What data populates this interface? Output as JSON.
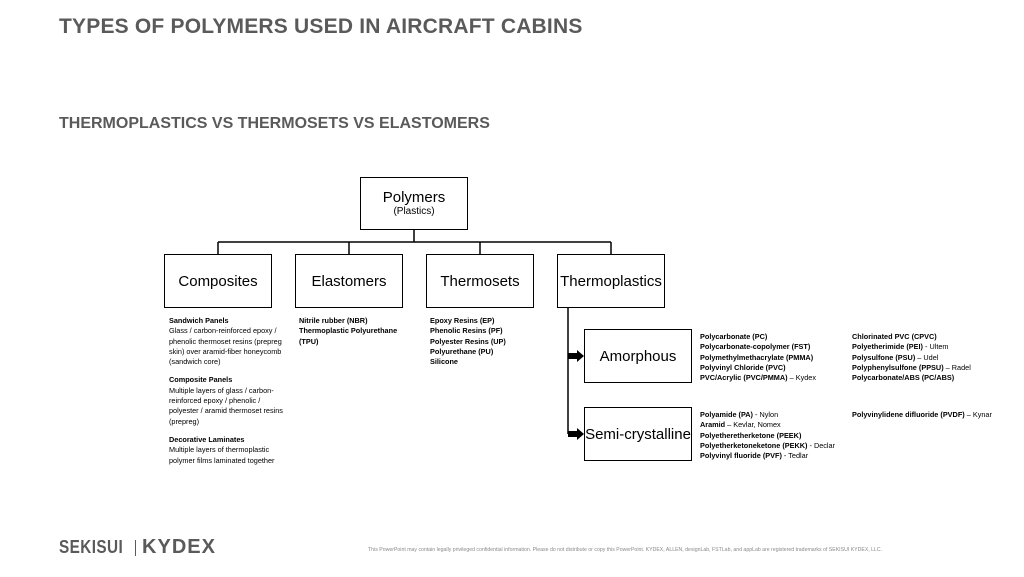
{
  "slide": {
    "title": "TYPES OF POLYMERS USED IN AIRCRAFT CABINS",
    "subtitle": "THERMOPLASTICS VS THERMOSETS VS ELASTOMERS"
  },
  "diagram": {
    "root": {
      "label": "Polymers",
      "sub": "(Plastics)"
    },
    "categories": [
      {
        "label": "Composites"
      },
      {
        "label": "Elastomers"
      },
      {
        "label": "Thermosets"
      },
      {
        "label": "Thermoplastics"
      }
    ],
    "composites_list": [
      {
        "head": "Sandwich Panels",
        "lines": [
          "Glass / carbon-reinforced epoxy /",
          "phenolic thermoset resins (prepreg",
          "skin) over aramid-fiber honeycomb",
          "(sandwich core)"
        ]
      },
      {
        "head": "Composite Panels",
        "lines": [
          "Multiple layers of glass / carbon-",
          "reinforced epoxy / phenolic /",
          "polyester / aramid thermoset resins",
          "(prepreg)"
        ]
      },
      {
        "head": "Decorative Laminates",
        "lines": [
          "Multiple layers of thermoplastic",
          "polymer films laminated together"
        ]
      }
    ],
    "elastomers_list": [
      "Nitrile rubber (NBR)",
      "Thermoplastic Polyurethane",
      "(TPU)"
    ],
    "thermosets_list": [
      "Epoxy Resins (EP)",
      "Phenolic Resins (PF)",
      "Polyester Resins (UP)",
      "Polyurethane (PU)",
      "Silicone"
    ],
    "amorphous": {
      "label": "Amorphous",
      "col1": [
        {
          "b": "Polycarbonate (PC)",
          "t": ""
        },
        {
          "b": "Polycarbonate-copolymer (FST)",
          "t": ""
        },
        {
          "b": "Polymethylmethacrylate (PMMA)",
          "t": ""
        },
        {
          "b": "Polyvinyl Chloride (PVC)",
          "t": ""
        },
        {
          "b": "PVC/Acrylic (PVC/PMMA)",
          "t": " – Kydex"
        }
      ],
      "col2": [
        {
          "b": "Chlorinated PVC (CPVC)",
          "t": ""
        },
        {
          "b": "Polyetherimide (PEI)",
          "t": "  - Ultem"
        },
        {
          "b": "Polysulfone (PSU)",
          "t": " – Udel"
        },
        {
          "b": "Polyphenylsulfone (PPSU)",
          "t": " – Radel"
        },
        {
          "b": "Polycarbonate/ABS (PC/ABS)",
          "t": ""
        }
      ]
    },
    "semicrystalline": {
      "label": "Semi-crystalline",
      "col1": [
        {
          "b": "Polyamide (PA)",
          "t": " - Nylon"
        },
        {
          "b": "Aramid",
          "t": " – Kevlar, Nomex"
        },
        {
          "b": "Polyetheretherketone (PEEK)",
          "t": ""
        },
        {
          "b": "Polyetherketoneketone (PEKK)",
          "t": " - Declar"
        },
        {
          "b": "Polyvinyl fluoride (PVF)",
          "t": " - Tedlar"
        }
      ],
      "col2": [
        {
          "b": "Polyvinylidene difluoride (PVDF)",
          "t": " – Kynar"
        }
      ]
    }
  },
  "footer": {
    "logo_left": "SEKISUI",
    "logo_right": "KYDEX",
    "disclaimer": "This PowerPoint may contain legally privileged confidential information. Please do not distribute or copy this PowerPoint. KYDEX, ALLEN, designLab, FSTLab, and appLab are registered trademarks of SEKISUI KYDEX, LLC."
  },
  "colors": {
    "title_gray": "#5a5a5a",
    "border": "#000000"
  }
}
